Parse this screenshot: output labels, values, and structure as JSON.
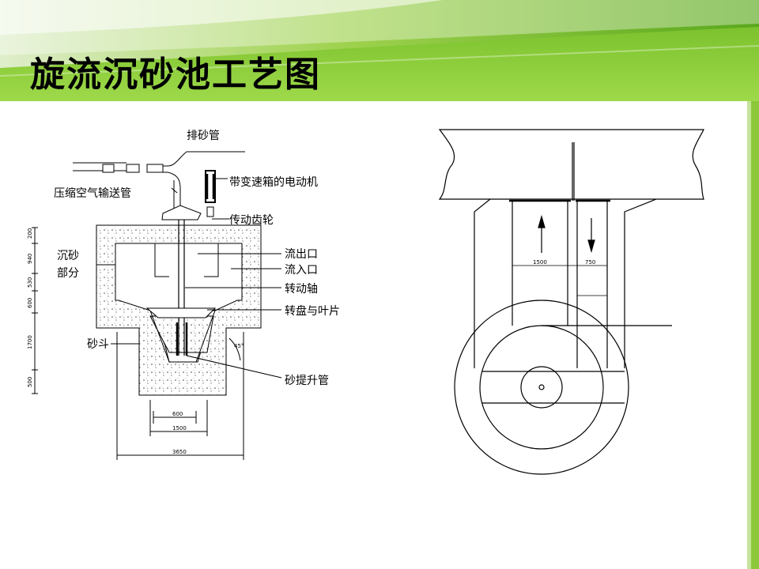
{
  "slide": {
    "title": "旋流沉砂池工艺图",
    "accent_color": "#7dc828"
  },
  "left_drawing": {
    "labels": {
      "sand_discharge_pipe": "排砂管",
      "compressed_air_pipe": "压缩空气输送管",
      "motor": "带变速箱的电动机",
      "transmission_gear": "传动齿轮",
      "settling_section_1": "沉砂",
      "settling_section_2": "部分",
      "outlet": "流出口",
      "inlet": "流入口",
      "shaft": "转动轴",
      "turntable_blades": "转盘与叶片",
      "sand_hopper": "砂斗",
      "sand_lift_pipe": "砂提升管"
    },
    "dimensions": {
      "d1": "200",
      "d2": "940",
      "d3": "530",
      "d4": "600",
      "d5": "1700",
      "d6": "500",
      "hopper_inner": "600",
      "hopper_width": "1500",
      "total_width": "3650",
      "angle": "45°"
    }
  },
  "right_drawing": {
    "dimensions": {
      "width_left": "1500",
      "width_right": "750"
    }
  }
}
